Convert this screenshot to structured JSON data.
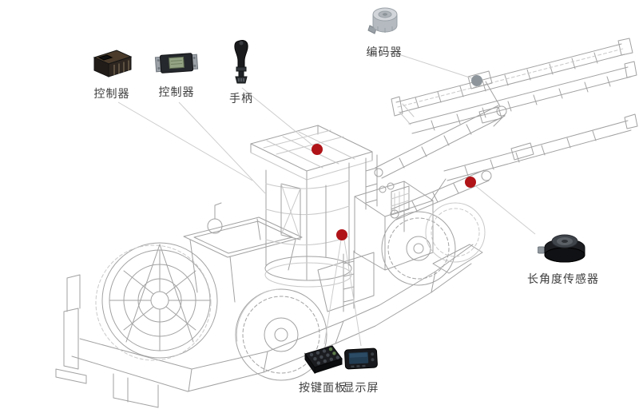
{
  "diagram": {
    "kind": "drill-rig-component-callout-diagram",
    "background": "#ffffff"
  },
  "colors": {
    "marker_red": "#b01418",
    "marker_gray": "#8e969c",
    "callout_line": "#cdcdcd",
    "label_text": "#3d3d3d",
    "wireframe": "#a2a2a2"
  },
  "callouts": [
    {
      "label": "控制器",
      "icon": "controller-module-1"
    },
    {
      "label": "控制器",
      "icon": "controller-module-2"
    },
    {
      "label": "手柄",
      "icon": "joystick-handle"
    },
    {
      "label": "编码器",
      "icon": "rotary-encoder"
    },
    {
      "label": "长角度传感器",
      "icon": "long-angle-sensor"
    },
    {
      "label": "按键面板",
      "icon": "keypad-panel"
    },
    {
      "label": "显示屏",
      "icon": "display-screen"
    }
  ],
  "markers": [
    {
      "type": "red",
      "location": "cab-roof"
    },
    {
      "type": "red",
      "location": "mid-body"
    },
    {
      "type": "red",
      "location": "lower-boom"
    },
    {
      "type": "gray",
      "location": "upper-boom-rail"
    }
  ]
}
